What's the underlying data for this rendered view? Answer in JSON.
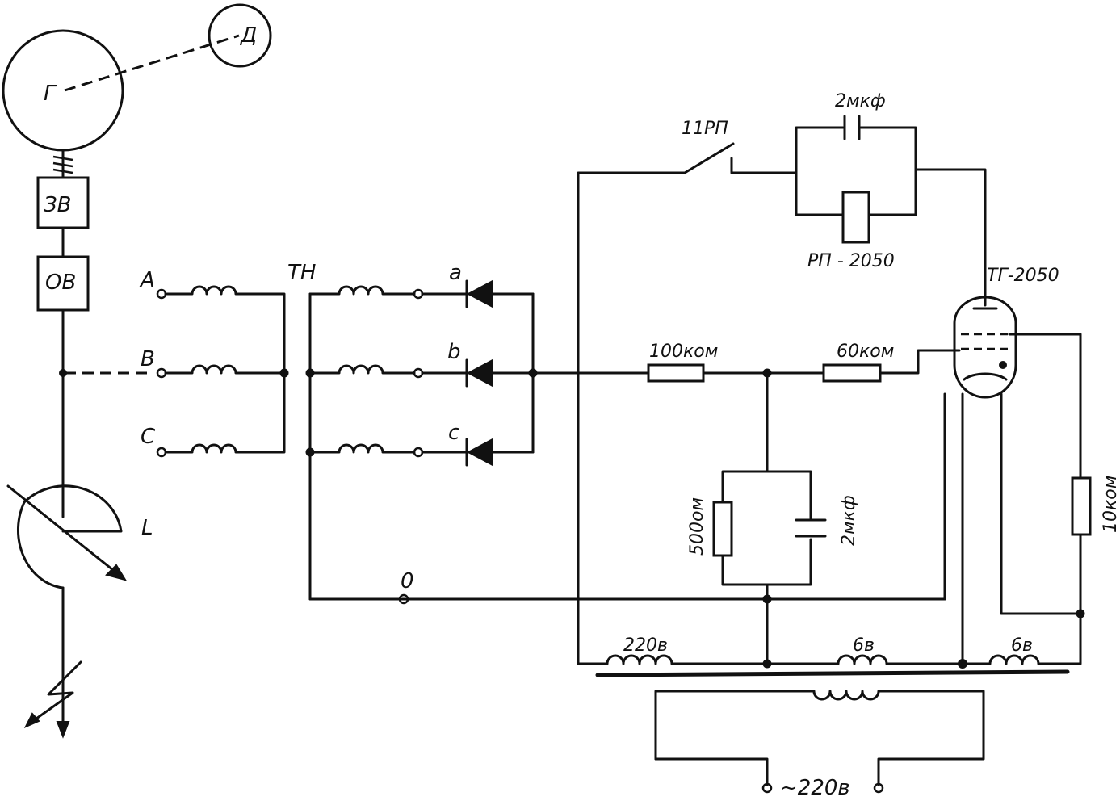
{
  "labels": {
    "generator": "Г",
    "motor": "Д",
    "exciter": "ЗВ",
    "field_winding": "ОВ",
    "phase_a_in": "A",
    "phase_b_in": "B",
    "phase_c_in": "C",
    "voltage_transformer": "ТН",
    "load": "L",
    "rect_a": "a",
    "rect_b": "b",
    "rect_c": "c",
    "neutral": "0",
    "relay_contact": "11РП",
    "cap_top": "2мкф",
    "relay": "РП - 2050",
    "thyratron": "ТГ-2050",
    "r100": "100ком",
    "r60": "60ком",
    "r500": "500ом",
    "cap_mid": "2мкф",
    "r10": "10ком",
    "tr_220": "220в",
    "tr_6a": "6в",
    "tr_6b": "6в",
    "mains": "~220в"
  }
}
